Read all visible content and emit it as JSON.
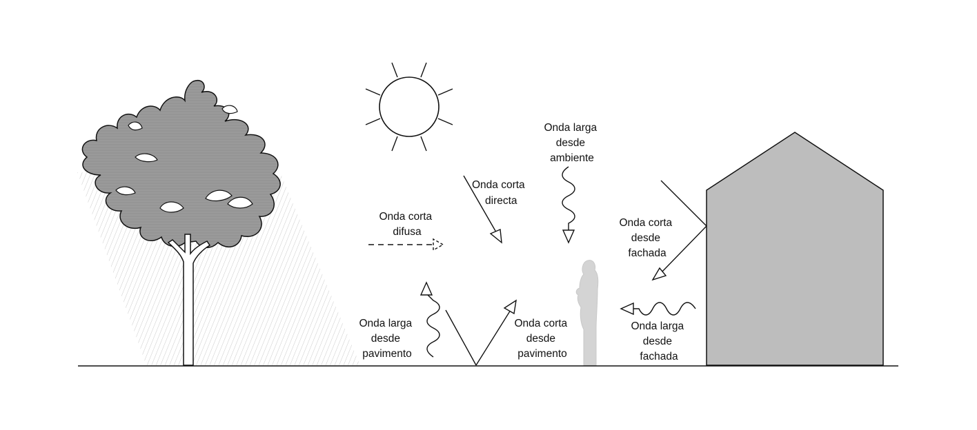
{
  "colors": {
    "ink": "#111111",
    "tree_fill": "#9a9a9a",
    "house_fill": "#bdbdbd",
    "person_fill": "#d4d4d4",
    "shadow_hatch": "#bfbfbf"
  },
  "labels": {
    "direct_shortwave": {
      "lines": [
        "Onda corta",
        "directa"
      ]
    },
    "diffuse_shortwave": {
      "lines": [
        "Onda corta",
        "difusa"
      ]
    },
    "ambient_longwave": {
      "lines": [
        "Onda larga",
        "desde",
        "ambiente"
      ]
    },
    "facade_shortwave": {
      "lines": [
        "Onda corta",
        "desde",
        "fachada"
      ]
    },
    "facade_longwave": {
      "lines": [
        "Onda larga",
        "desde",
        "fachada"
      ]
    },
    "pavement_longwave": {
      "lines": [
        "Onda larga",
        "desde",
        "pavimento"
      ]
    },
    "pavement_shortwave": {
      "lines": [
        "Onda corta",
        "desde",
        "pavimento"
      ]
    }
  },
  "icons": [
    "sun-icon",
    "tree-icon",
    "house-icon",
    "person-icon"
  ]
}
